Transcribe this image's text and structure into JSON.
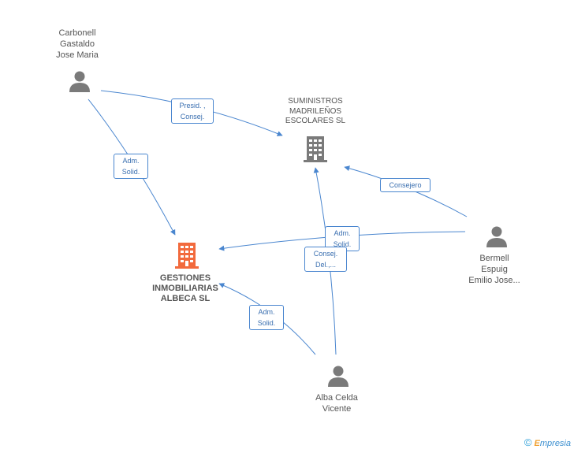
{
  "nodes": {
    "carbonell": {
      "lines": [
        "Carbonell",
        "Gastaldo",
        "Jose Maria"
      ]
    },
    "suministros": {
      "lines": [
        "SUMINISTROS",
        "MADRILEÑOS",
        "ESCOLARES SL"
      ]
    },
    "gestiones": {
      "lines": [
        "GESTIONES",
        "INMOBILIARIAS",
        "ALBECA SL"
      ]
    },
    "bermell": {
      "lines": [
        "Bermell",
        "Espuig",
        "Emilio Jose..."
      ]
    },
    "alba": {
      "lines": [
        "Alba Celda",
        "Vicente"
      ]
    }
  },
  "edges": {
    "carbonell_suministros": [
      "Presid. ,",
      "Consej."
    ],
    "carbonell_gestiones": [
      "Adm.",
      "Solid."
    ],
    "bermell_suministros": [
      "Consejero"
    ],
    "bermell_gestiones": [
      "Adm.",
      "Solid."
    ],
    "alba_suministros": [
      "Consej.",
      "Del.,..."
    ],
    "alba_gestiones": [
      "Adm.",
      "Solid."
    ]
  },
  "colors": {
    "person": "#7a7a7a",
    "company": "#7a7a7a",
    "main_company": "#f26a3d",
    "edge": "#4a86cf"
  },
  "footer": {
    "copyright": "©",
    "brand_first": "E",
    "brand_rest": "mpresia"
  }
}
